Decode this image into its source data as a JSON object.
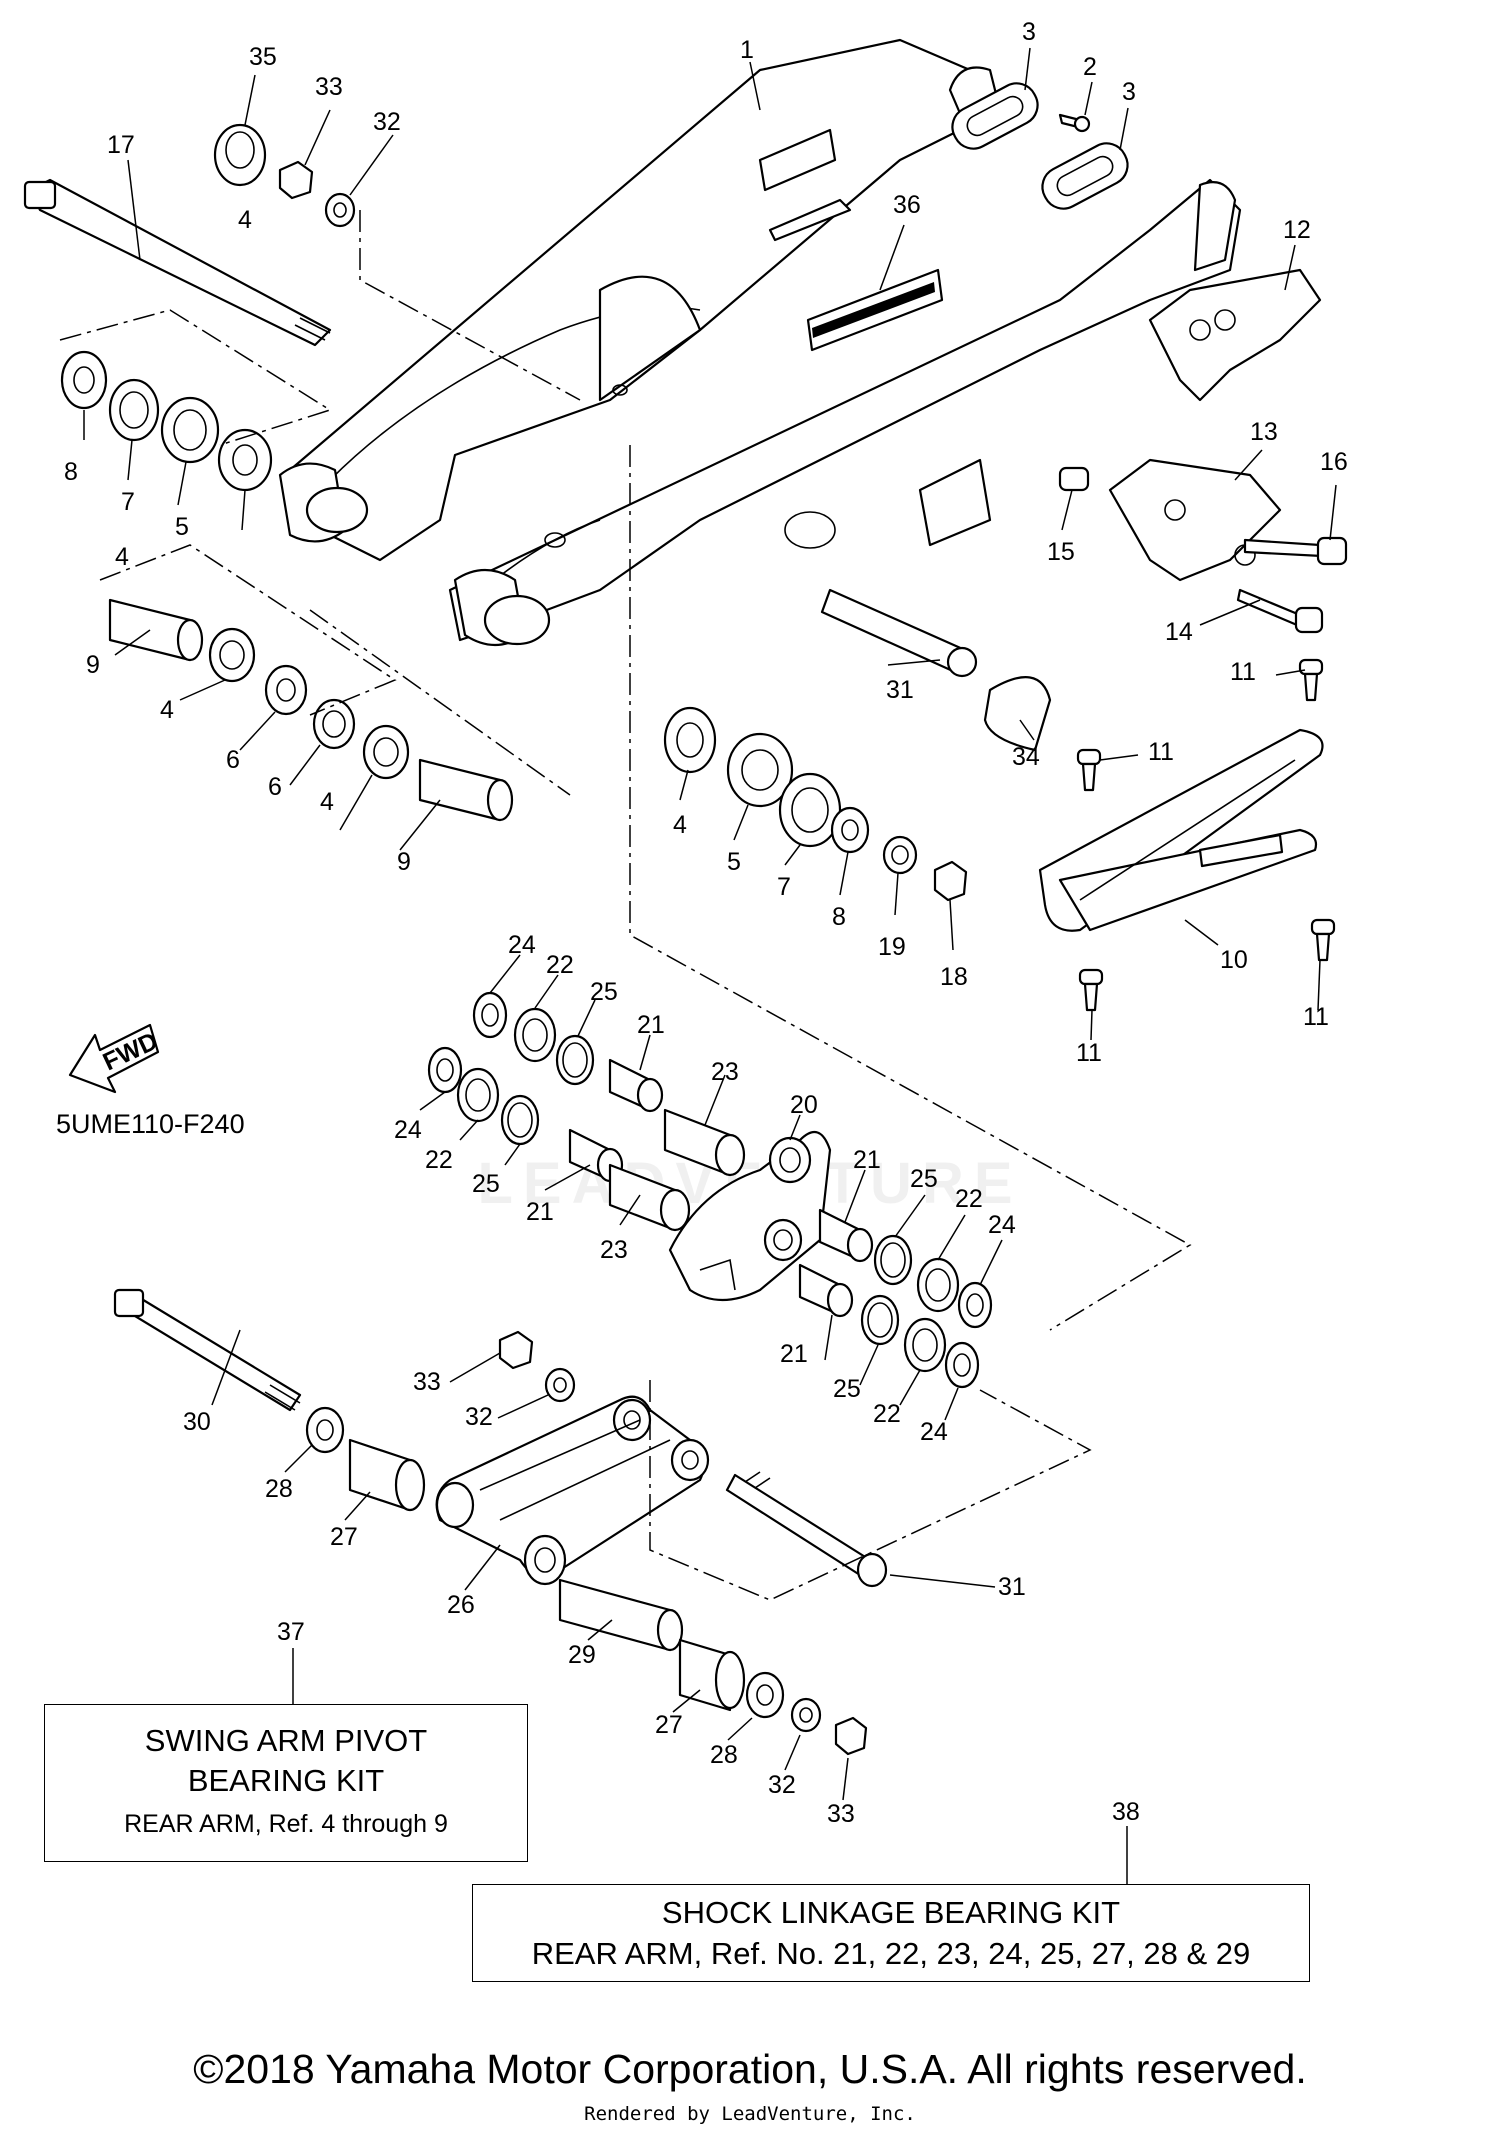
{
  "diagram": {
    "part_code": "5UME110-F240",
    "fwd_label": "FWD",
    "callouts": {
      "c1": "1",
      "c2": "2",
      "c3a": "3",
      "c3b": "3",
      "c4a": "4",
      "c4b": "4",
      "c4c": "4",
      "c4d": "4",
      "c5a": "5",
      "c5b": "5",
      "c6a": "6",
      "c6b": "6",
      "c7a": "7",
      "c7b": "7",
      "c8a": "8",
      "c8b": "8",
      "c9a": "9",
      "c9b": "9",
      "c10": "10",
      "c11a": "11",
      "c11b": "11",
      "c11c": "11",
      "c11d": "11",
      "c12": "12",
      "c13": "13",
      "c14": "14",
      "c15": "15",
      "c16": "16",
      "c17": "17",
      "c18": "18",
      "c19": "19",
      "c20": "20",
      "c21a": "21",
      "c21b": "21",
      "c21c": "21",
      "c21d": "21",
      "c22a": "22",
      "c22b": "22",
      "c22c": "22",
      "c22d": "22",
      "c23a": "23",
      "c23b": "23",
      "c24a": "24",
      "c24b": "24",
      "c24c": "24",
      "c24d": "24",
      "c25a": "25",
      "c25b": "25",
      "c25c": "25",
      "c25d": "25",
      "c26": "26",
      "c27a": "27",
      "c27b": "27",
      "c28a": "28",
      "c28b": "28",
      "c29": "29",
      "c30": "30",
      "c31a": "31",
      "c31b": "31",
      "c32a": "32",
      "c32b": "32",
      "c32c": "32",
      "c33a": "33",
      "c33b": "33",
      "c33c": "33",
      "c34": "34",
      "c35": "35",
      "c36": "36",
      "c37": "37",
      "c38": "38"
    }
  },
  "kits": {
    "pivot": {
      "line1": "SWING ARM PIVOT",
      "line2": "BEARING KIT",
      "line3": "REAR ARM, Ref. 4 through 9"
    },
    "shock": {
      "line1": "SHOCK LINKAGE BEARING KIT",
      "line2": "REAR ARM, Ref. No. 21, 22, 23, 24, 25, 27, 28 & 29"
    }
  },
  "footer": {
    "copyright": "©2018 Yamaha Motor Corporation, U.S.A. All rights reserved.",
    "rendered": "Rendered by LeadVenture, Inc."
  },
  "watermark": "LEADVENTURE"
}
